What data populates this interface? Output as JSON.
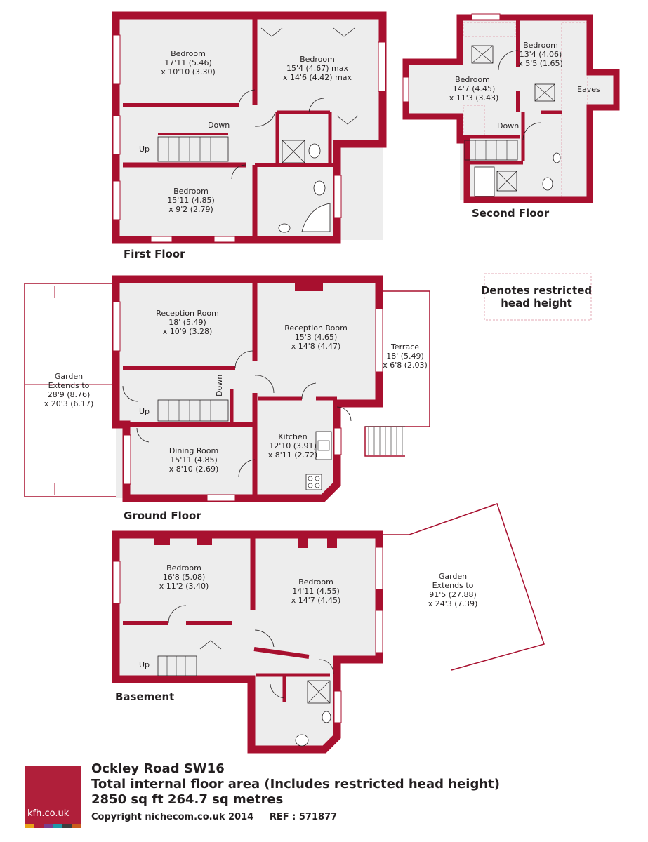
{
  "colors": {
    "wall": "#a8102f",
    "floor": "#ededed",
    "restricted": "#e3a9b5",
    "text": "#231f20"
  },
  "floors": {
    "first": "First Floor",
    "second": "Second Floor",
    "ground": "Ground Floor",
    "basement": "Basement"
  },
  "legend": {
    "line1": "Denotes restricted",
    "line2": "head height"
  },
  "rooms": {
    "ff_bed1": {
      "name": "Bedroom",
      "l1": "17'11 (5.46)",
      "l2": "x 10'10 (3.30)"
    },
    "ff_bed2": {
      "name": "Bedroom",
      "l1": "15'4 (4.67) max",
      "l2": "x 14'6 (4.42) max"
    },
    "ff_bed3": {
      "name": "Bedroom",
      "l1": "15'11 (4.85)",
      "l2": "x 9'2 (2.79)"
    },
    "sf_bed1": {
      "name": "Bedroom",
      "l1": "14'7 (4.45)",
      "l2": "x 11'3 (3.43)"
    },
    "sf_bed2": {
      "name": "Bedroom",
      "l1": "13'4 (4.06)",
      "l2": "x 5'5 (1.65)"
    },
    "gf_rec1": {
      "name": "Reception Room",
      "l1": "18' (5.49)",
      "l2": "x 10'9 (3.28)"
    },
    "gf_rec2": {
      "name": "Reception Room",
      "l1": "15'3 (4.65)",
      "l2": "x 14'8 (4.47)"
    },
    "gf_terrace": {
      "name": "Terrace",
      "l1": "18' (5.49)",
      "l2": "x 6'8 (2.03)"
    },
    "gf_garden": {
      "name": "Garden",
      "l0": "Extends to",
      "l1": "28'9 (8.76)",
      "l2": "x 20'3 (6.17)"
    },
    "gf_kitchen": {
      "name": "Kitchen",
      "l1": "12'10 (3.91)",
      "l2": "x 8'11 (2.72)"
    },
    "gf_dining": {
      "name": "Dining Room",
      "l1": "15'11 (4.85)",
      "l2": "x 8'10 (2.69)"
    },
    "bs_bed1": {
      "name": "Bedroom",
      "l1": "16'8 (5.08)",
      "l2": "x 11'2 (3.40)"
    },
    "bs_bed2": {
      "name": "Bedroom",
      "l1": "14'11 (4.55)",
      "l2": "x 14'7 (4.45)"
    },
    "bs_garden": {
      "name": "Garden",
      "l0": "Extends to",
      "l1": "91'5 (27.88)",
      "l2": "x 24'3 (7.39)"
    }
  },
  "labels": {
    "up": "Up",
    "down": "Down",
    "eaves": "Eaves"
  },
  "footer": {
    "address": "Ockley Road SW16",
    "area_title": "Total internal floor area (Includes restricted head height)",
    "area_value": "2850 sq ft 264.7 sq metres",
    "copyright": "Copyright nichecom.co.uk 2014",
    "ref": "REF : 571877"
  },
  "logo": {
    "text": "kfh.co.uk",
    "strip": [
      "#e8a317",
      "#b01f3a",
      "#7a3e8f",
      "#1e9aa8",
      "#3d3d3d",
      "#c95c1c"
    ]
  }
}
